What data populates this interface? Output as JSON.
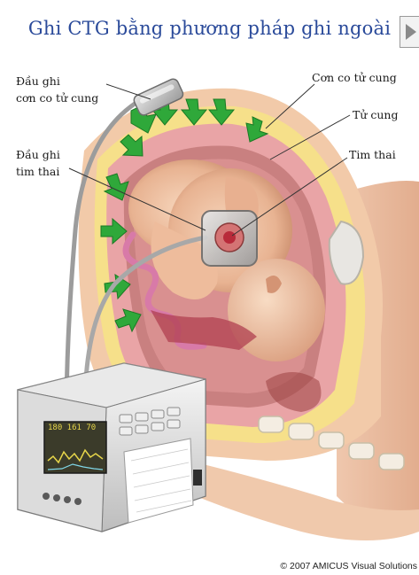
{
  "title": "Ghi CTG bằng phương pháp ghi ngoài",
  "labels": {
    "contraction_probe_line1": "Đầu ghi",
    "contraction_probe_line2": "cơn co tử cung",
    "heart_probe_line1": "Đầu ghi",
    "heart_probe_line2": "tim thai",
    "uterine_contraction": "Cơn co tử cung",
    "uterus": "Tử cung",
    "fetal_heart": "Tim thai"
  },
  "monitor": {
    "screen_text": "180 161 70"
  },
  "copyright": "© 2007 AMICUS Visual Solutions",
  "colors": {
    "title": "#2a4a9a",
    "arrow_green": "#2fa83a",
    "uterus_pink": "#e9a4a6",
    "fetus_skin": "#f0c4a4",
    "monitor_screen": "#3b3b2a",
    "screen_text": "#e7d64a"
  }
}
